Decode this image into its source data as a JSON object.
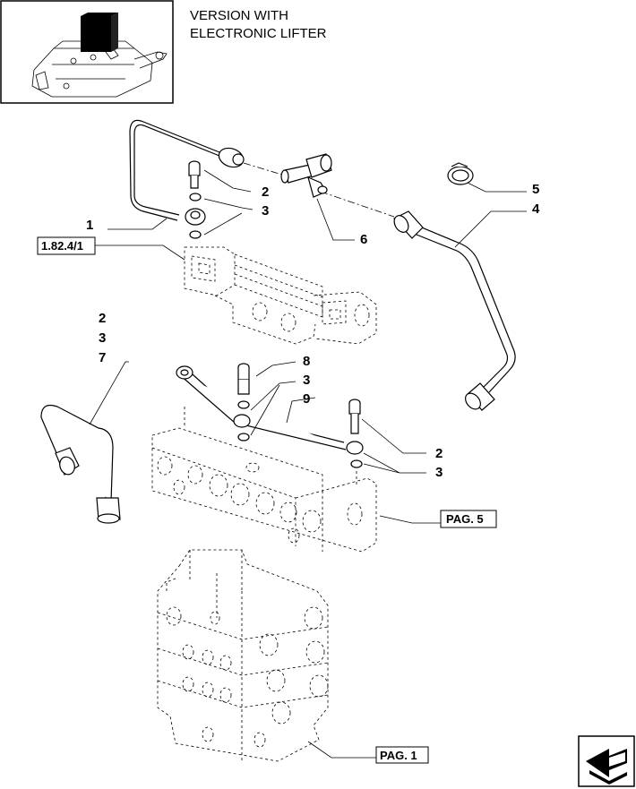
{
  "header": {
    "title_line1": "VERSION WITH",
    "title_line2": "ELECTRONIC LIFTER"
  },
  "callouts": {
    "c1": "1",
    "c2a": "2",
    "c3a": "3",
    "c4": "4",
    "c5": "5",
    "c6": "6",
    "c2b": "2",
    "c3b": "3",
    "c7": "7",
    "c8": "8",
    "c3c": "3",
    "c9": "9",
    "c2c": "2",
    "c3d": "3"
  },
  "references": {
    "ref_group": "1.82.4/1",
    "ref_page5": "PAG. 5",
    "ref_page1": "PAG. 1"
  },
  "icons": {
    "thumbnail": "tractor-rear-lifter-thumbnail-icon",
    "nav": "next-page-arrow-icon"
  }
}
